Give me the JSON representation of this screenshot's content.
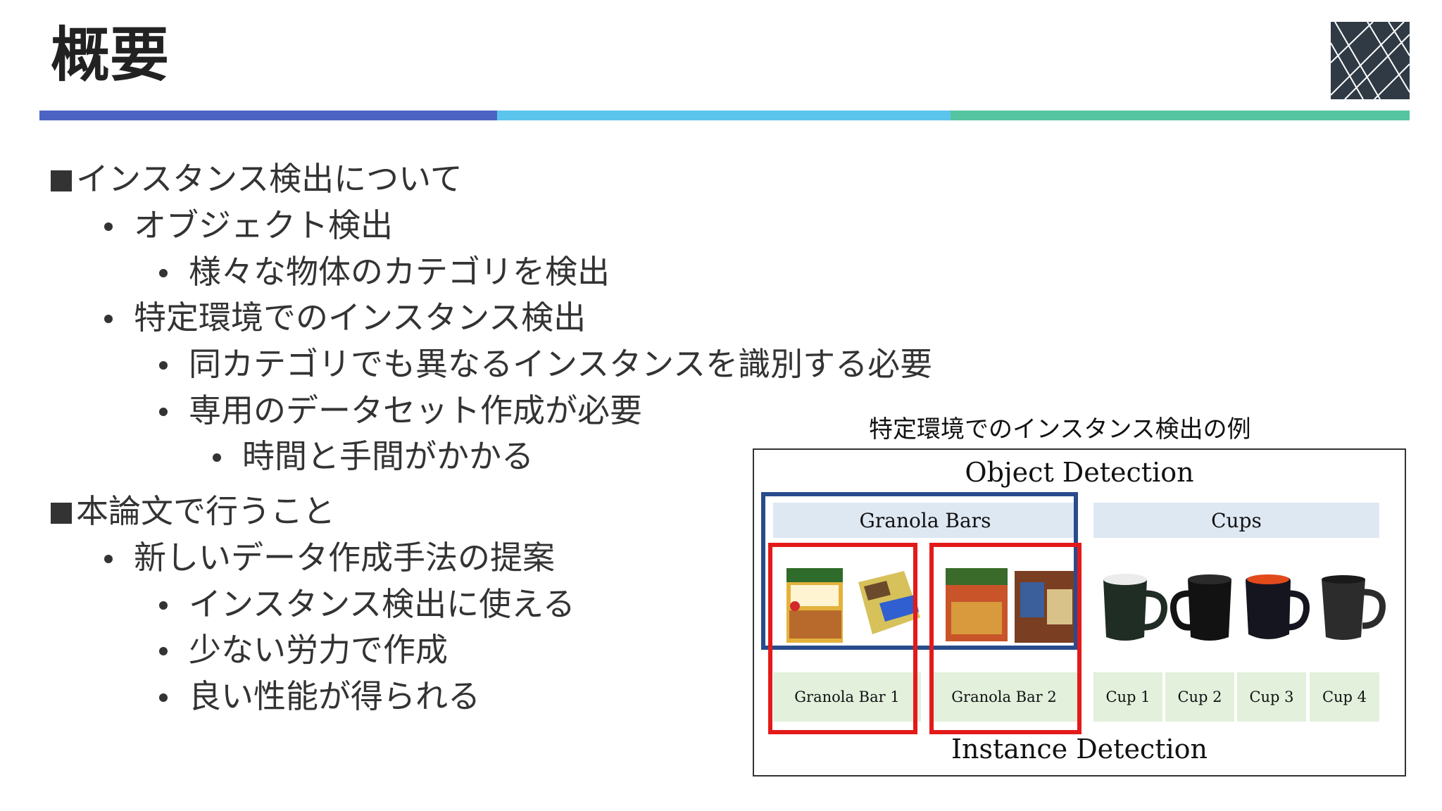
{
  "slide": {
    "title": "概要",
    "logo_icon": "geometric-lines-logo-icon",
    "accent_colors": [
      "#4d63c4",
      "#5bc4ec",
      "#55c4a1"
    ]
  },
  "outline": [
    {
      "level": 0,
      "text": "インスタンス検出について"
    },
    {
      "level": 1,
      "text": "オブジェクト検出"
    },
    {
      "level": 2,
      "text": "様々な物体のカテゴリを検出"
    },
    {
      "level": 1,
      "text": "特定環境でのインスタンス検出"
    },
    {
      "level": 2,
      "text": "同カテゴリでも異なるインスタンスを識別する必要"
    },
    {
      "level": 2,
      "text": "専用のデータセット作成が必要"
    },
    {
      "level": 3,
      "text": "時間と手間がかかる"
    },
    {
      "level": 0,
      "text": "本論文で行うこと"
    },
    {
      "level": 1,
      "text": "新しいデータ作成手法の提案"
    },
    {
      "level": 2,
      "text": "インスタンス検出に使える"
    },
    {
      "level": 2,
      "text": "少ない労力で作成"
    },
    {
      "level": 2,
      "text": "良い性能が得られる"
    }
  ],
  "figure": {
    "caption": "特定環境でのインスタンス検出の例",
    "top_label": "Object Detection",
    "bottom_label": "Instance Detection",
    "categories": [
      "Granola Bars",
      "Cups"
    ],
    "instances": [
      "Granola Bar 1",
      "Granola Bar 2",
      "Cup 1",
      "Cup 2",
      "Cup 3",
      "Cup 4"
    ],
    "box_colors": {
      "category": "#284b8c",
      "instance": "#e31a1a"
    }
  }
}
